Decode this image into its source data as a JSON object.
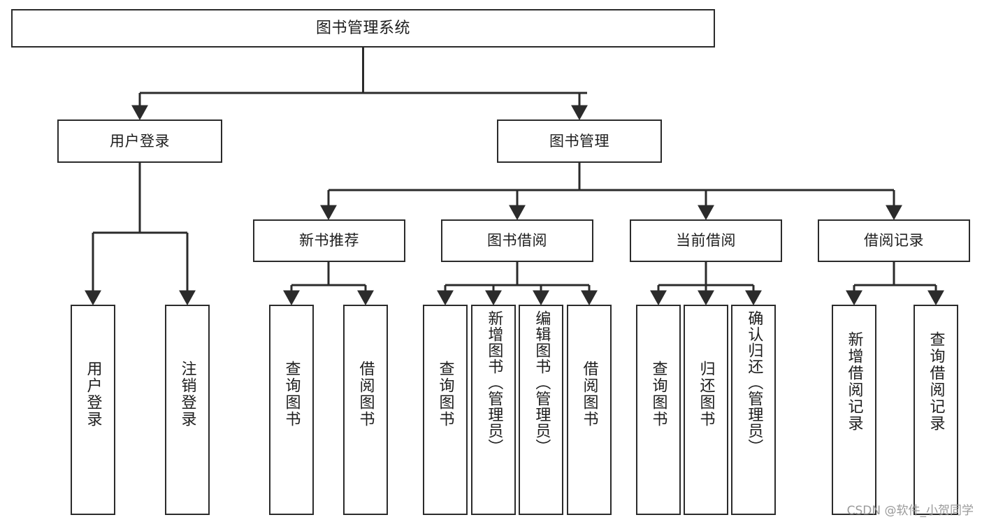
{
  "diagram": {
    "type": "tree",
    "title": "图书管理系统",
    "root": {
      "label": "图书管理系统"
    },
    "level2": [
      {
        "label": "用户登录"
      },
      {
        "label": "图书管理"
      }
    ],
    "level3": [
      {
        "label": "新书推荐"
      },
      {
        "label": "图书借阅"
      },
      {
        "label": "当前借阅"
      },
      {
        "label": "借阅记录"
      }
    ],
    "leaves": {
      "user_login": [
        {
          "label": "用户登录"
        },
        {
          "label": "注销登录"
        }
      ],
      "new_book_recommend": [
        {
          "label": "查询图书"
        },
        {
          "label": "借阅图书"
        }
      ],
      "book_borrow": [
        {
          "label": "查询图书"
        },
        {
          "label": "新增图书（管理员）"
        },
        {
          "label": "编辑图书（管理员）"
        },
        {
          "label": "借阅图书"
        }
      ],
      "current_borrow": [
        {
          "label": "查询图书"
        },
        {
          "label": "归还图书"
        },
        {
          "label": "确认归还（管理员）"
        }
      ],
      "borrow_record": [
        {
          "label": "新增借阅记录"
        },
        {
          "label": "查询借阅记录"
        }
      ]
    }
  },
  "watermark": {
    "text": "CSDN @软件_小贺同学"
  },
  "colors": {
    "stroke": "#2b2b2b",
    "background": "#ffffff",
    "text": "#1d1d1d",
    "watermark": "#9a9a9a"
  }
}
